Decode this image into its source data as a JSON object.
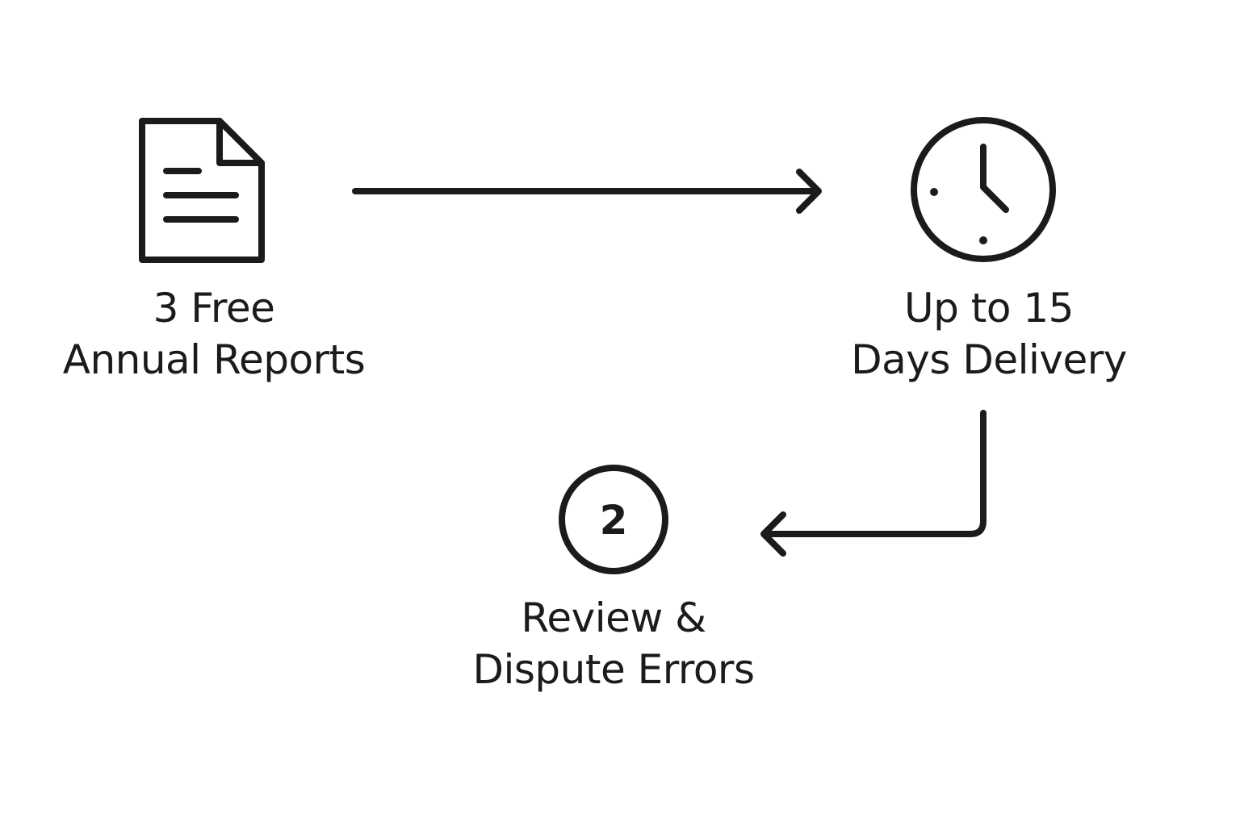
{
  "steps": [
    {
      "line1": "3 Free",
      "line2": "Annual Reports",
      "icon": "document-icon"
    },
    {
      "line1": "Up to 15",
      "line2": "Days Delivery",
      "icon": "clock-icon"
    },
    {
      "line1": "Review &",
      "line2": "Dispute Errors",
      "icon": "number-badge-icon",
      "badge": "2"
    }
  ],
  "colors": {
    "stroke": "#1b1b1b",
    "background": "#ffffff"
  }
}
